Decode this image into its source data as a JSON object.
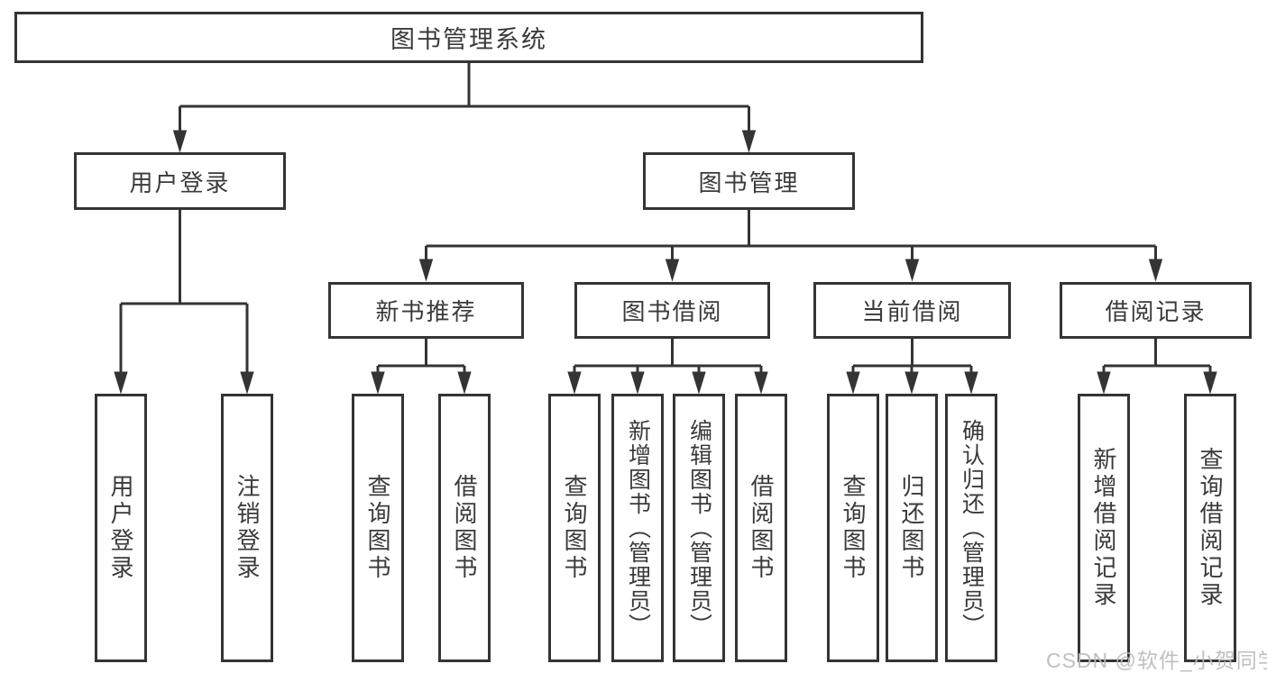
{
  "watermark": "CSDN @软件_小贺同学",
  "colors": {
    "line": "#343434",
    "text": "#3a3a3a",
    "box_fill": "#ffffff",
    "background": "#ffffff",
    "watermark": "#bbbbbb"
  },
  "tree": {
    "root": "图书管理系统",
    "branches": [
      {
        "label": "用户登录",
        "children": [
          "用户登录",
          "注销登录"
        ]
      },
      {
        "label": "图书管理",
        "groups": [
          {
            "label": "新书推荐",
            "children": [
              "查询图书",
              "借阅图书"
            ]
          },
          {
            "label": "图书借阅",
            "children": [
              "查询图书",
              "新增图书（管理员）",
              "编辑图书（管理员）",
              "借阅图书"
            ]
          },
          {
            "label": "当前借阅",
            "children": [
              "查询图书",
              "归还图书",
              "确认归还（管理员）"
            ]
          },
          {
            "label": "借阅记录",
            "children": [
              "新增借阅记录",
              "查询借阅记录"
            ]
          }
        ]
      }
    ]
  }
}
